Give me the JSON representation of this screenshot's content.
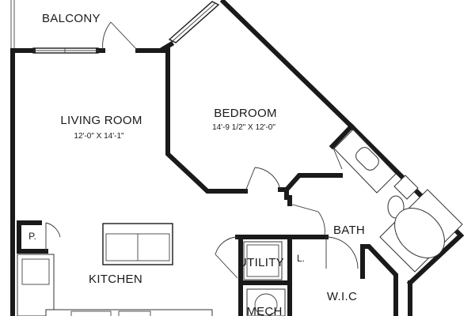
{
  "rooms": {
    "balcony": {
      "name": "BALCONY"
    },
    "living_room": {
      "name": "LIVING ROOM",
      "dimensions": "12'-0\" X 14'-1\""
    },
    "bedroom": {
      "name": "BEDROOM",
      "dimensions": "14'-9 1/2\" X 12'-0\""
    },
    "bath": {
      "name": "BATH"
    },
    "utility": {
      "name": "UTILITY"
    },
    "kitchen": {
      "name": "KITCHEN"
    },
    "pantry": {
      "name": "P."
    },
    "linen": {
      "name": "L."
    },
    "walk_in_closet": {
      "name": "W.I.C"
    },
    "mech": {
      "name": "MECH"
    }
  }
}
